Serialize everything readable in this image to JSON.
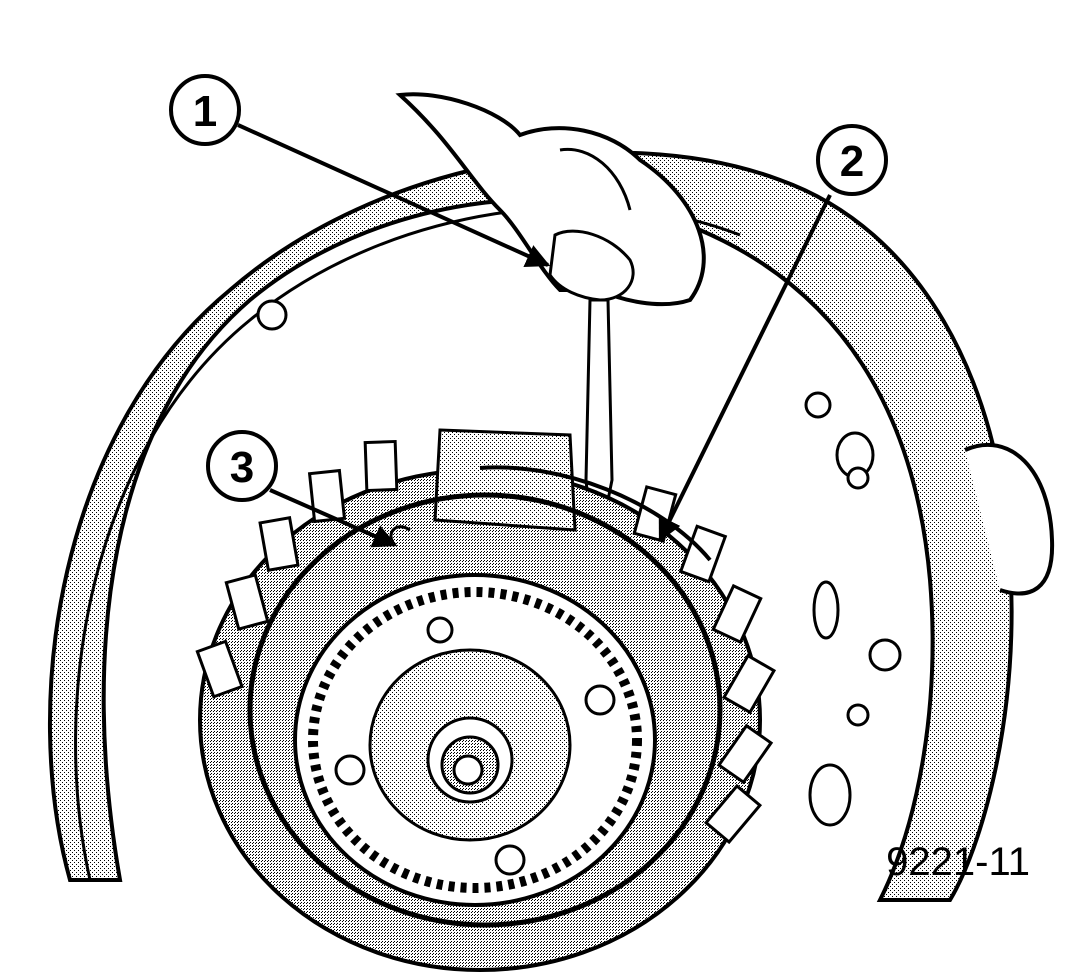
{
  "figure": {
    "id_label": "9221-11",
    "callouts": [
      {
        "number": "1"
      },
      {
        "number": "2"
      },
      {
        "number": "3"
      }
    ]
  },
  "colors": {
    "ink": "#000000",
    "paper": "#ffffff",
    "shade": "#c8c8c8"
  }
}
